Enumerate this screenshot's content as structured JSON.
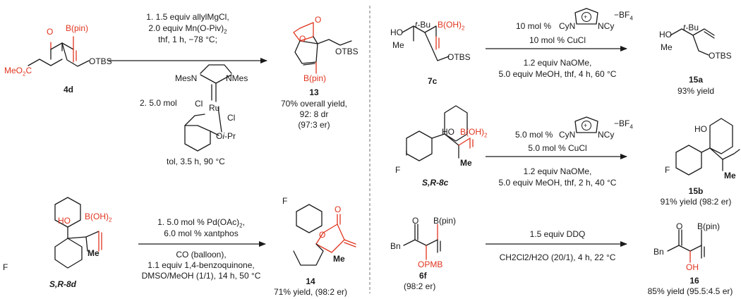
{
  "colors": {
    "ink": "#1a1a1a",
    "accent": "#e0341e",
    "divider": "#888888"
  },
  "left": {
    "r1": {
      "compound": "4d",
      "reagents_top": [
        "1. 1.5 equiv allylMgCl,",
        "2.0 equiv Mn(O-Piv)",
        "thf, 1 h, −78 °C;"
      ],
      "reagent_mn_sub": "2",
      "step2": "2. 5.0 mol",
      "catalyst": {
        "mes_left": "MesN",
        "mes_right": "NMes",
        "cl_top": "Cl",
        "ru": "Ru",
        "cl_right": "Cl",
        "oipr_prefix": "O",
        "oipr_i": "i",
        "oipr_suffix": "-Pr"
      },
      "conditions_bottom": "tol, 3.5 h, 90 °C",
      "product": "13",
      "result": [
        "70% overall yield,",
        "92: 8 dr",
        "(97:3 er)"
      ]
    },
    "r2": {
      "compound": "S,R-8d",
      "reagents_top": [
        "1. 5.0 mol % Pd(OAc)",
        "6.0 mol % xantphos"
      ],
      "pd_sub": "2",
      "reagents_bottom": [
        "CO (balloon),",
        "1.1 equiv 1,4-benzoquinone,",
        "DMSO/MeOH (1/1), 14 h, 50 °C"
      ],
      "product": "14",
      "result": "71% yield, (98:2 er)"
    }
  },
  "right": {
    "r3": {
      "compound": "7c",
      "loading": "10 mol %",
      "cucl": "10 mol % CuCl",
      "bf4": "−BF",
      "cy_left": "CyN",
      "cy_right": "NCy",
      "conditions": [
        "1.2 equiv NaOMe,",
        "5.0 equiv MeOH, thf, 4 h, 60 °C"
      ],
      "product": "15a",
      "result": "93% yield"
    },
    "r4": {
      "compound": "S,R-8c",
      "loading": "5.0 mol %",
      "cucl": "5.0 mol % CuCl",
      "conditions": [
        "1.2 equiv NaOMe,",
        "5.0 equiv MeOH, thf, 2 h, 40 °C"
      ],
      "product": "15b",
      "result": "91% yield (98:2 er)"
    },
    "r5": {
      "compound": "6f",
      "compound_er": "(98:2 er)",
      "reagent": "1.5 equiv DDQ",
      "conditions": "CH2Cl2/H2O (20/1), 4 h, 22 °C",
      "product": "16",
      "result": "85% yield (95.5:4.5 er)"
    }
  },
  "labels": {
    "Bpin": "B(pin)",
    "BOH2": "B(OH)",
    "two": "2",
    "O": "O",
    "OH": "OH",
    "HO": "HO",
    "tBu": "t-Bu",
    "Me": "Me",
    "OTBS": "OTBS",
    "MeO2C_a": "MeO",
    "MeO2C_b": "2",
    "MeO2C_c": "C",
    "F": "F",
    "Bn": "Bn",
    "OPMB": "OPMB",
    "plus": "+",
    "four": "4"
  }
}
